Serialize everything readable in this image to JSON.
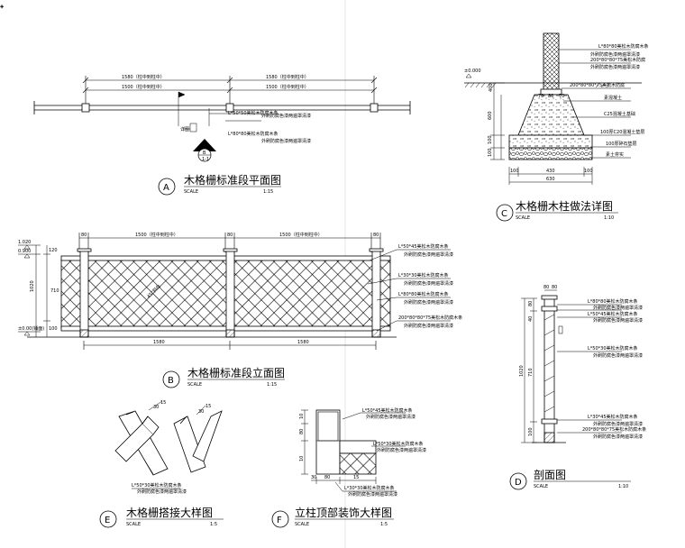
{
  "top_mark": "+",
  "plan": {
    "bubble": "A",
    "title": "木格栅标准段平面图",
    "scale_label": "SCALE",
    "scale": "1:15",
    "dims_top": [
      "1580（柱中到柱中）",
      "1580（柱中到柱中）"
    ],
    "dims_inner": [
      "1500（柱中到柱中）",
      "1500（柱中到柱中）"
    ],
    "notes": [
      "L*50*50美松木防腐木条",
      "外刷防腐色漆两遍罩清漆",
      "L*80*80美松木防腐木条",
      "外刷防腐色漆两遍罩清漆"
    ],
    "section_mark": "B",
    "section_sub": "1-1",
    "small_label": "详图"
  },
  "elevation": {
    "bubble": "B",
    "title": "木格栅标准段立面图",
    "scale_label": "SCALE",
    "scale": "1:15",
    "levels": [
      "1.020",
      "0.900",
      "±0.00(铺面)"
    ],
    "vdims": [
      "120",
      "1020",
      "710",
      "100"
    ],
    "top_dims": [
      "80",
      "1500（柱中到柱中）",
      "80",
      "1500（柱中到柱中）",
      "80"
    ],
    "bottom_dims": [
      "1580",
      "1580"
    ],
    "notes": [
      "L*50*45美松木防腐木条",
      "外刷防腐色漆两遍罩清漆",
      "L*30*30美松木防腐木条",
      "外刷防腐色漆两遍罩清漆",
      "L*80*80美松木防腐木条",
      "外刷防腐色漆两遍罩清漆",
      "200*80*80*75美松木防腐木条",
      "外刷防腐色漆两遍罩清漆"
    ],
    "center_label": "45°斜向"
  },
  "column": {
    "bubble": "C",
    "title": "木格栅木柱做法详图",
    "scale_label": "SCALE",
    "scale": "1:10",
    "level": "±0.000",
    "notes": [
      "L*80*80美松木防腐木条",
      "外刷防腐色漆两遍罩清漆",
      "200*80*80*75美松木防腐",
      "外刷防腐色漆两遍罩清漆",
      "200*80*80*75美松木防腐",
      "素混凝土",
      "C25混凝土基础",
      "100厚C20混凝土垫层",
      "100厚碎石垫层",
      "素土夯实"
    ],
    "vdims": [
      "400",
      "600",
      "100",
      "100"
    ],
    "bdims": [
      "100",
      "430",
      "100",
      "630"
    ],
    "top_dims": [
      "70",
      "80",
      "70"
    ]
  },
  "section": {
    "bubble": "D",
    "title": "剖面图",
    "scale_label": "SCALE",
    "scale": "1:10",
    "vdims": [
      "80",
      "40",
      "1020",
      "710",
      "100"
    ],
    "top_dims": [
      "80",
      "80"
    ],
    "notes": [
      "L*80*80美松木防腐木条",
      "外刷防腐色漆两遍罩清漆",
      "L*50*45美松木防腐木条",
      "外刷防腐色漆两遍罩清漆",
      "L*50*30美松木防腐木条",
      "外刷防腐色漆两遍罩清漆",
      "L*30*45美松木防腐木条",
      "外刷防腐色漆两遍罩清漆",
      "200*80*80*75美松木防腐木条",
      "外刷防腐色漆两遍罩清漆"
    ]
  },
  "joint": {
    "bubble": "E",
    "title": "木格栅搭接大样图",
    "scale_label": "SCALE",
    "scale": "1:5",
    "notes": [
      "L*50*30美松木防腐木条",
      "外刷防腐色漆两遍罩清漆"
    ],
    "dims": [
      "30",
      "15",
      "30",
      "15"
    ]
  },
  "cap": {
    "bubble": "F",
    "title": "立柱顶部装饰大样图",
    "scale_label": "SCALE",
    "scale": "1:5",
    "notes": [
      "L*50*45美松木防腐木条",
      "外刷防腐色漆两遍罩清漆",
      "L*50*30美松木防腐木条",
      "外刷防腐色漆两遍罩清漆",
      "L*30*30美松木防腐木条",
      "外刷防腐色漆两遍罩清漆"
    ],
    "dims": [
      "10",
      "80",
      "10",
      "30",
      "80",
      "15"
    ]
  }
}
